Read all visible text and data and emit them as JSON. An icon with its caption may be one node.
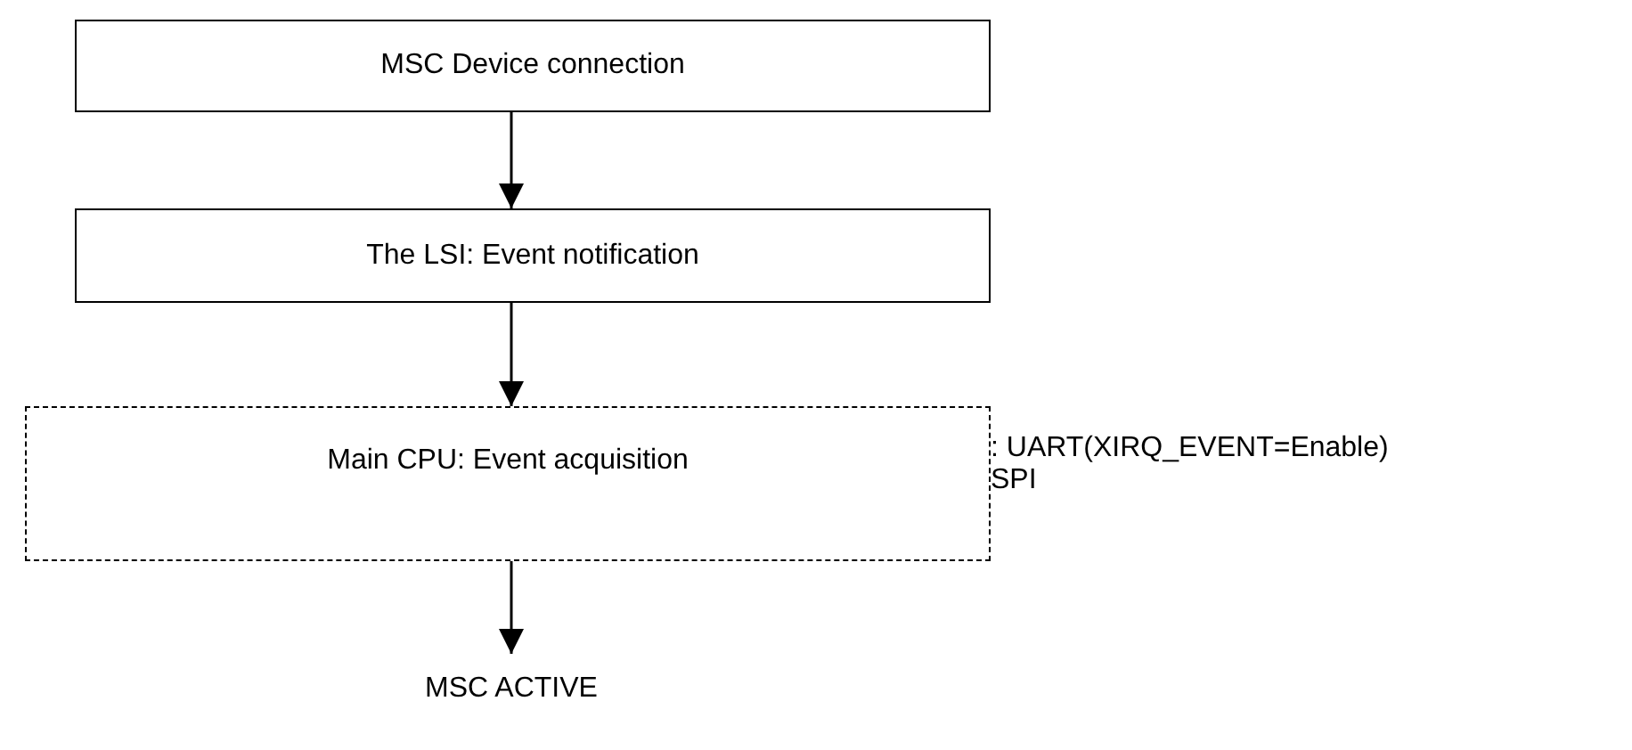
{
  "diagram": {
    "nodes": [
      {
        "text": [
          "MSC Device connection"
        ]
      },
      {
        "text": [
          "The LSI: Event notification"
        ]
      },
      {
        "text": [
          "Main CPU: Event acquisition"
        ],
        "beside": [
          ": UART(XIRQ_EVENT=Enable)",
          "SPI"
        ]
      },
      {
        "text": [
          "MSC ACTIVE"
        ]
      }
    ],
    "edges": [
      {
        "from": 0,
        "to": 1,
        "arrow": "to"
      },
      {
        "from": 1,
        "to": 2,
        "arrow": "to"
      },
      {
        "from": 2,
        "to": 3,
        "arrow": "to"
      }
    ]
  }
}
